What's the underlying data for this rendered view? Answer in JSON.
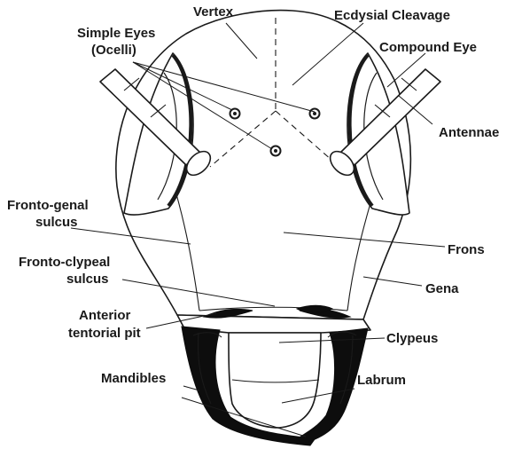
{
  "labels": {
    "vertex": "Vertex",
    "ecdysial_cleavage": "Ecdysial Cleavage",
    "simple_eyes_line1": "Simple Eyes",
    "simple_eyes_line2": "(Ocelli)",
    "compound_eye": "Compound Eye",
    "antennae": "Antennae",
    "fronto_genal_line1": "Fronto-genal",
    "fronto_genal_line2": "sulcus",
    "frons": "Frons",
    "fronto_clypeal_line1": "Fronto-clypeal",
    "fronto_clypeal_line2": "sulcus",
    "gena": "Gena",
    "anterior_tentorial_line1": "Anterior",
    "anterior_tentorial_line2": "tentorial pit",
    "clypeus": "Clypeus",
    "mandibles": "Mandibles",
    "labrum": "Labrum"
  },
  "colors": {
    "ink": "#1a1a1a",
    "fill": "#0d0d0d",
    "background": "#ffffff"
  }
}
